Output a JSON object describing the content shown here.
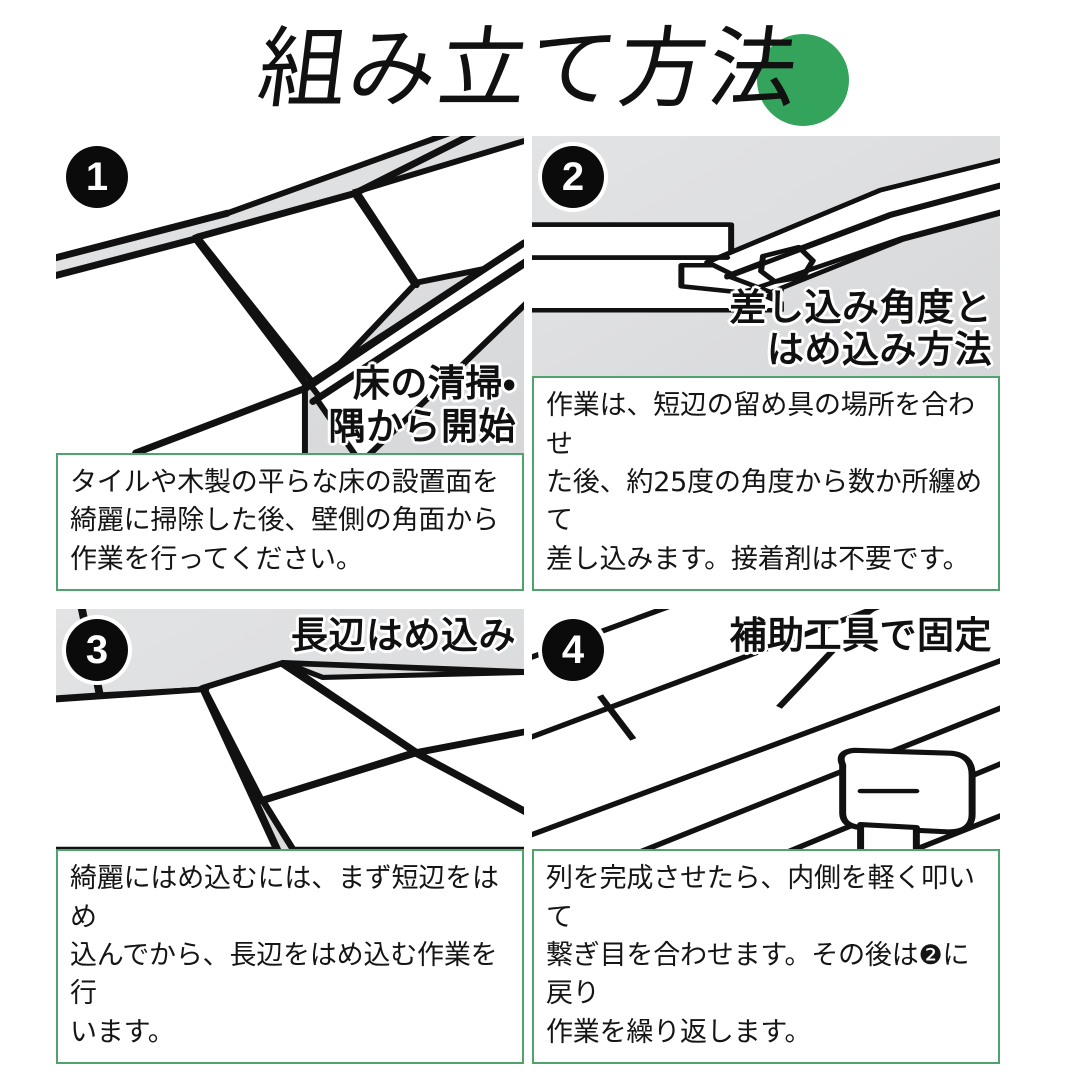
{
  "title": {
    "text": "組み立て方法",
    "accent_color": "#34a35c"
  },
  "theme": {
    "caption_border": "#4fa46e",
    "badge_bg": "#0b0b0b",
    "illustration_bg": "#dedfe1",
    "line_color": "#111111"
  },
  "steps": [
    {
      "number": "1",
      "badge_label": "❶",
      "headline": "床の清掃・\n隅から開始",
      "headline_position": "bottom",
      "caption": "タイルや木製の平らな床の設置面を\n綺麗に掃除した後、壁側の角面から\n作業を行ってください。",
      "illustration_name": "floor-corner-tiles"
    },
    {
      "number": "2",
      "badge_label": "❷",
      "headline": "差し込み角度と\nはめ込み方法",
      "headline_position": "bottom",
      "caption_parts": [
        "作業は、短辺の留め具の場所を合わせ\nた後、約25度の角度から数か所纏めて\n差し込みます。接着剤は不要です。"
      ],
      "caption": "作業は、短辺の留め具の場所を合わせ\nた後、約25度の角度から数か所纏めて\n差し込みます。接着剤は不要です。",
      "illustration_name": "plank-insert-angle"
    },
    {
      "number": "3",
      "badge_label": "❸",
      "headline": "長辺はめ込み",
      "headline_position": "top",
      "caption": "綺麗にはめ込むには、まず短辺をはめ\n込んでから、長辺をはめ込む作業を行\nいます。",
      "illustration_name": "long-edge-fitting"
    },
    {
      "number": "4",
      "badge_label": "❹",
      "headline": "補助工具で固定",
      "headline_position": "top",
      "caption_before": "列を完成させたら、内側を軽く叩いて\n繋ぎ目を合わせます。その後は",
      "caption_inline_badge": "2",
      "caption_after": "に戻り\n作業を繰り返します。",
      "caption": "列を完成させたら、内側を軽く叩いて\n繋ぎ目を合わせます。その後は❷に戻り\n作業を繰り返します。",
      "illustration_name": "mallet-tapping"
    }
  ]
}
